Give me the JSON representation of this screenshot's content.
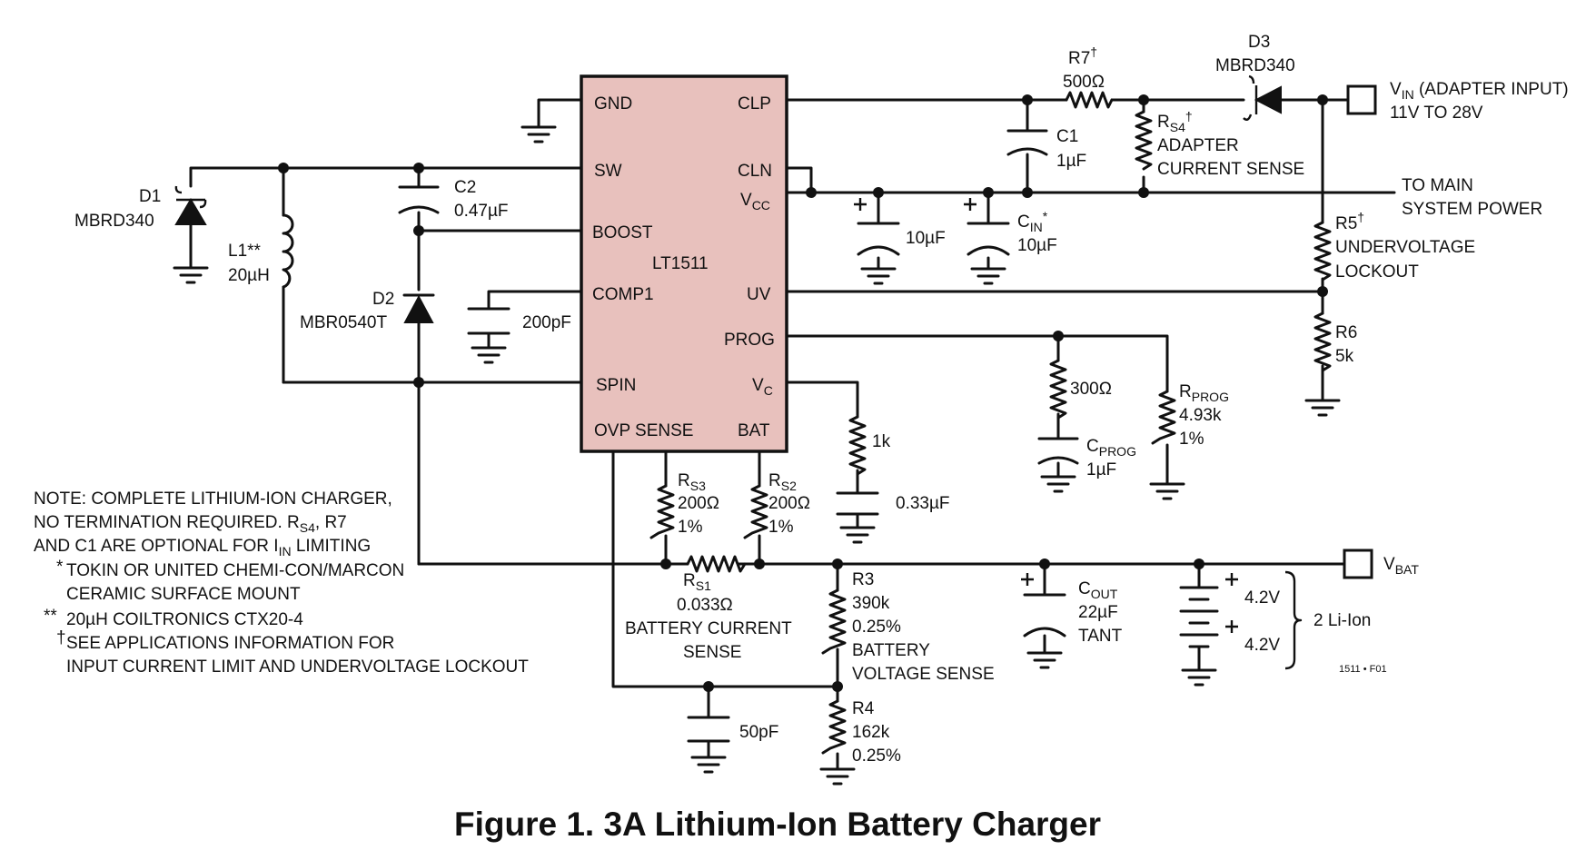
{
  "ic": {
    "name": "LT1511",
    "fill": "#e8c1bd",
    "pins": {
      "gnd": "GND",
      "sw": "SW",
      "boost": "BOOST",
      "comp1": "COMP1",
      "spin": "SPIN",
      "ovp": "OVP SENSE",
      "clp": "CLP",
      "cln": "CLN",
      "vcc": "V",
      "vcc_sub": "CC",
      "uv": "UV",
      "prog": "PROG",
      "vc": "V",
      "vc_sub": "C",
      "bat": "BAT"
    }
  },
  "components": {
    "d1": {
      "ref": "D1",
      "part": "MBRD340"
    },
    "l1": {
      "ref": "L1**",
      "value": "20µH"
    },
    "c2": {
      "ref": "C2",
      "value": "0.47µF"
    },
    "d2": {
      "ref": "D2",
      "part": "MBR0540T"
    },
    "c_comp": {
      "value": "200pF"
    },
    "r7": {
      "ref": "R7",
      "sup": "†",
      "value": "500Ω"
    },
    "d3": {
      "ref": "D3",
      "part": "MBRD340"
    },
    "c1": {
      "ref": "C1",
      "value": "1µF"
    },
    "rs4": {
      "ref": "R",
      "sub": "S4",
      "sup": "†",
      "line1": "ADAPTER",
      "line2": "CURRENT SENSE"
    },
    "c_vcc": {
      "value": "10µF"
    },
    "cin": {
      "ref": "C",
      "sub": "IN",
      "sup": "*",
      "value": "10µF"
    },
    "r5": {
      "ref": "R5",
      "sup": "†",
      "line1": "UNDERVOLTAGE",
      "line2": "LOCKOUT"
    },
    "r6": {
      "ref": "R6",
      "value": "5k"
    },
    "r_prog_series": {
      "value": "300Ω"
    },
    "cprog": {
      "ref": "C",
      "sub": "PROG",
      "value": "1µF"
    },
    "rprog": {
      "ref": "R",
      "sub": "PROG",
      "value": "4.93k",
      "tol": "1%"
    },
    "r_vc": {
      "value": "1k"
    },
    "c_vc": {
      "value": "0.33µF"
    },
    "rs3": {
      "ref": "R",
      "sub": "S3",
      "value": "200Ω",
      "tol": "1%"
    },
    "rs2": {
      "ref": "R",
      "sub": "S2",
      "value": "200Ω",
      "tol": "1%"
    },
    "rs1": {
      "ref": "R",
      "sub": "S1",
      "value": "0.033Ω",
      "line1": "BATTERY CURRENT",
      "line2": "SENSE"
    },
    "r3": {
      "ref": "R3",
      "value": "390k",
      "tol": "0.25%",
      "line1": "BATTERY",
      "line2": "VOLTAGE SENSE"
    },
    "r4": {
      "ref": "R4",
      "value": "162k",
      "tol": "0.25%"
    },
    "c_ovp": {
      "value": "50pF"
    },
    "cout": {
      "ref": "C",
      "sub": "OUT",
      "value": "22µF",
      "type": "TANT"
    },
    "battery": {
      "cell1": "4.2V",
      "cell2": "4.2V",
      "label": "2 Li-Ion"
    }
  },
  "io": {
    "vin": {
      "label": "V",
      "sub": "IN",
      "desc": " (ADAPTER INPUT)",
      "range": "11V TO 28V"
    },
    "main_power": {
      "line1": "TO MAIN",
      "line2": "SYSTEM POWER"
    },
    "vbat": {
      "label": "V",
      "sub": "BAT"
    }
  },
  "notes": {
    "line1": "NOTE: COMPLETE LITHIUM-ION CHARGER,",
    "line2a": "NO TERMINATION REQUIRED. R",
    "line2_sub": "S4",
    "line2b": ", R7",
    "line3a": "AND C1 ARE OPTIONAL FOR I",
    "line3_sub": "IN",
    "line3b": " LIMITING",
    "star_mark": "*",
    "star1": "TOKIN OR UNITED CHEMI-CON/MARCON",
    "star2": "CERAMIC SURFACE MOUNT",
    "dstar_mark": "**",
    "dstar": "20µH COILTRONICS CTX20-4",
    "dagger_mark": "†",
    "dagger1": "SEE APPLICATIONS INFORMATION FOR",
    "dagger2": "INPUT CURRENT LIMIT AND UNDERVOLTAGE LOCKOUT"
  },
  "figure_id": "1511 • F01",
  "caption": "Figure 1. 3A Lithium-Ion Battery Charger"
}
